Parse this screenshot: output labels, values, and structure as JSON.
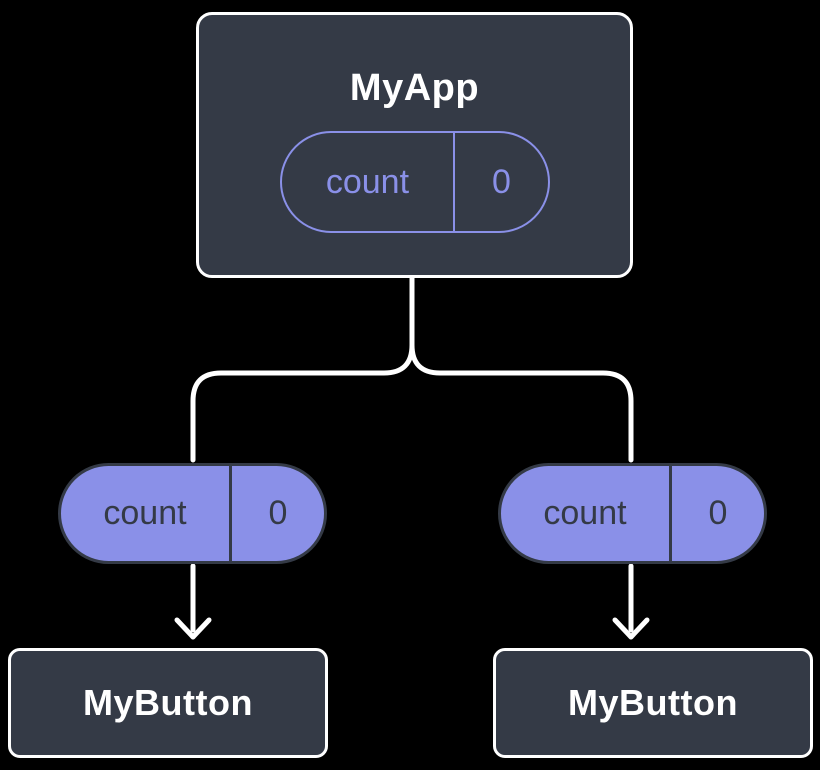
{
  "diagram": {
    "root": {
      "title": "MyApp",
      "state": {
        "key": "count",
        "value": "0"
      }
    },
    "props": [
      {
        "key": "count",
        "value": "0"
      },
      {
        "key": "count",
        "value": "0"
      }
    ],
    "children": [
      {
        "title": "MyButton"
      },
      {
        "title": "MyButton"
      }
    ],
    "colors": {
      "background": "#000000",
      "card": "#343a46",
      "accent": "#8a90e8",
      "line": "#ffffff",
      "text-on-card": "#ffffff",
      "text-on-accent": "#343a46"
    }
  }
}
